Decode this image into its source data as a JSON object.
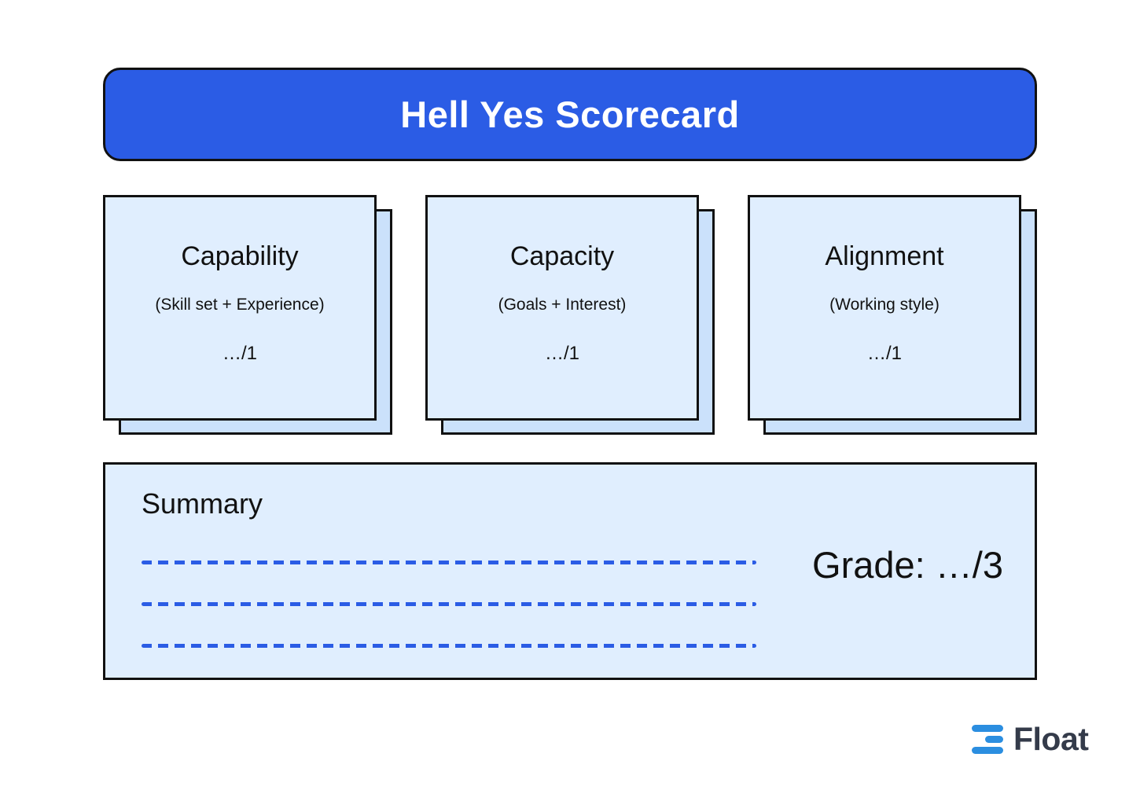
{
  "header": {
    "title": "Hell Yes Scorecard",
    "accent_color": "#2b5ce5",
    "text_color": "#ffffff"
  },
  "cards": [
    {
      "title": "Capability",
      "subtitle": "(Skill set + Experience)",
      "score": "…/1"
    },
    {
      "title": "Capacity",
      "subtitle": "(Goals + Interest)",
      "score": "…/1"
    },
    {
      "title": "Alignment",
      "subtitle": "(Working style)",
      "score": "…/1"
    }
  ],
  "summary": {
    "label": "Summary",
    "grade": "Grade: …/3",
    "line_count": 3,
    "line_color": "#2b5ce5",
    "panel_color": "#e0eefe"
  },
  "branding": {
    "name": "Float",
    "mark_icon": "float-bars-icon",
    "mark_color": "#2b8ee0",
    "word_color": "#343b4a"
  },
  "theme": {
    "card_front": "#e0eefe",
    "card_back": "#cbe1fb",
    "outline": "#111111",
    "background": "#ffffff"
  }
}
